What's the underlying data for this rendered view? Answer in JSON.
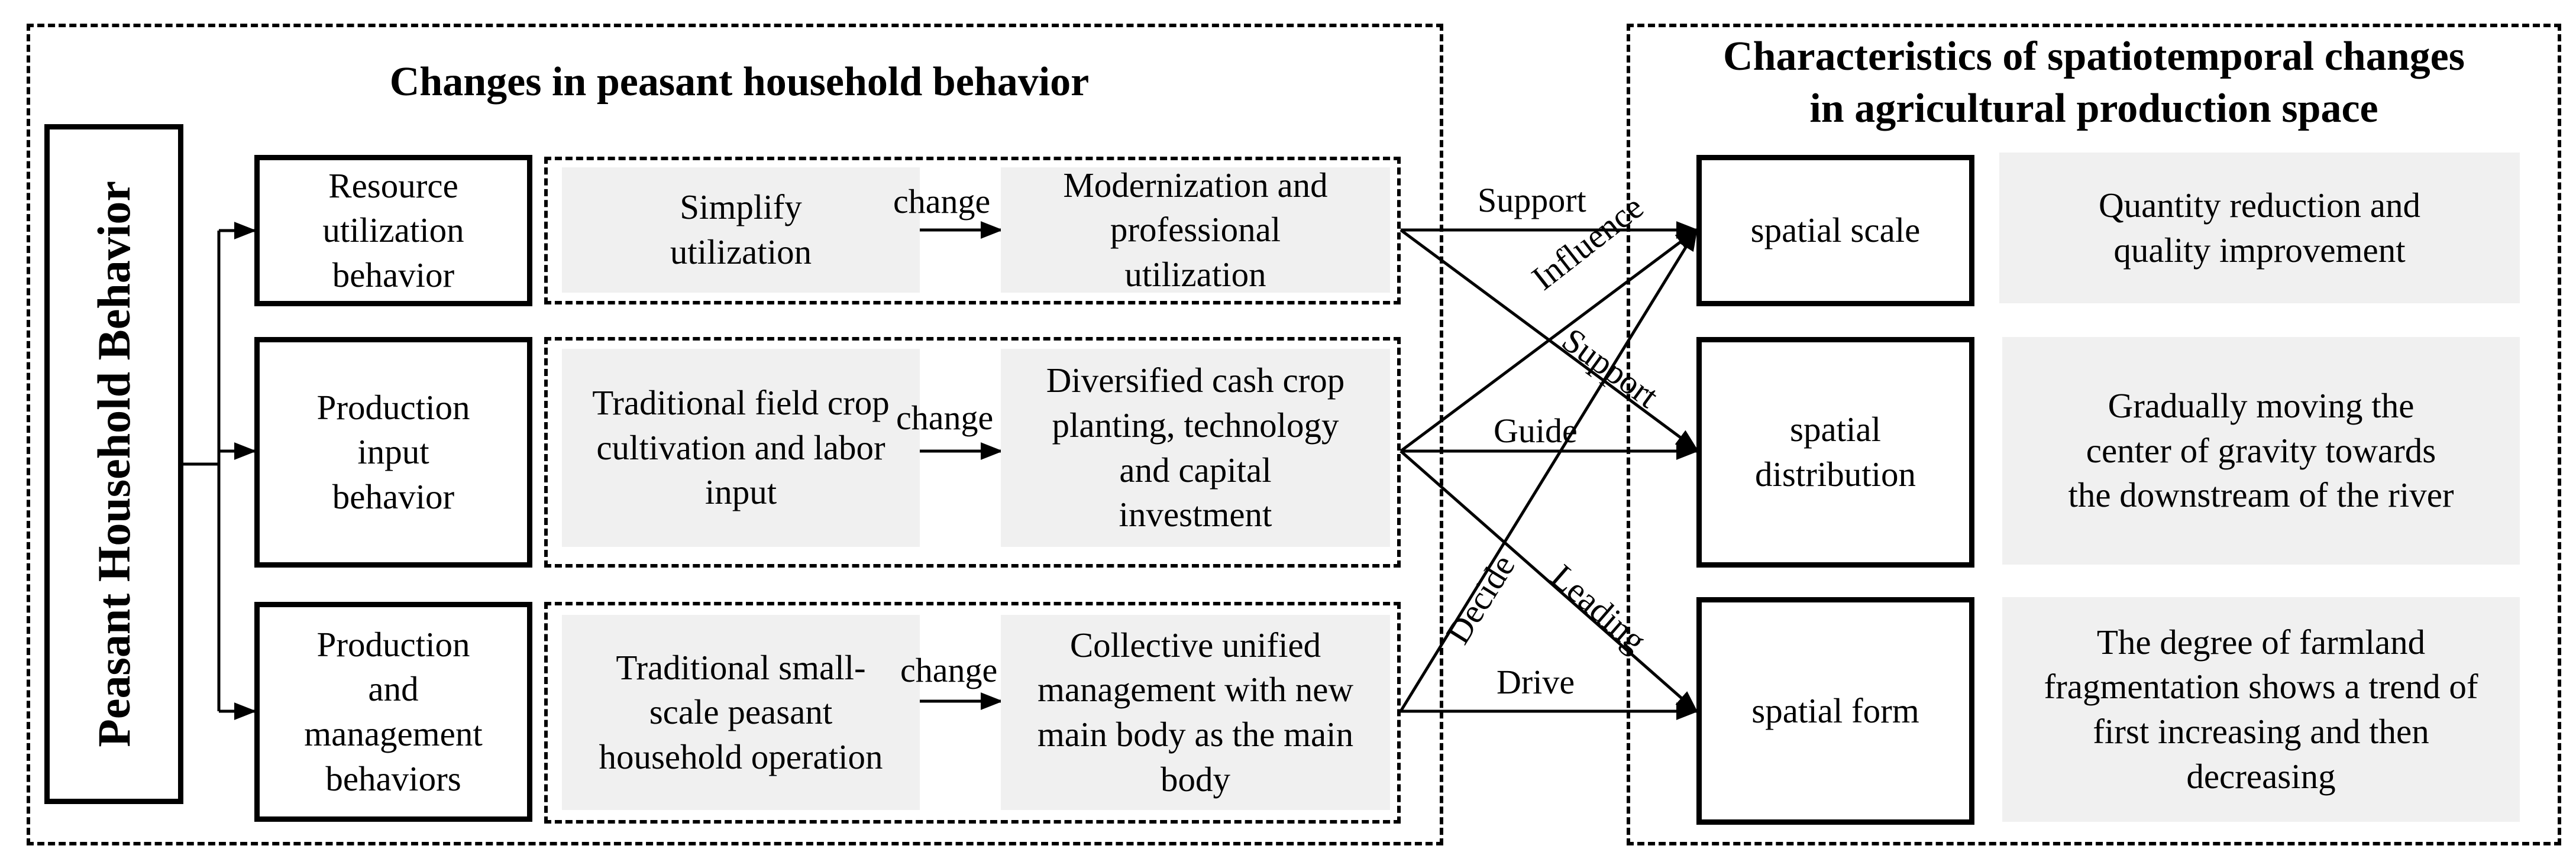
{
  "left_panel": {
    "title": "Changes in peasant household behavior"
  },
  "right_panel": {
    "title_line1": "Characteristics of spatiotemporal changes",
    "title_line2": "in agricultural production space"
  },
  "root": {
    "label": "Peasant Household Behavior"
  },
  "behaviors": [
    {
      "name": "Resource utilization behavior",
      "from": "Simplify utilization",
      "change": "change",
      "to": "Modernization and professional utilization"
    },
    {
      "name": "Production input behavior",
      "from": "Traditional field crop cultivation and labor input",
      "change": "change",
      "to": "Diversified cash crop planting, technology and capital investment"
    },
    {
      "name": "Production and management behaviors",
      "from": "Traditional small-scale peasant household operation",
      "change": "change",
      "to": "Collective unified management with new main body as the main body"
    }
  ],
  "space": [
    {
      "name": "spatial scale",
      "desc": "Quantity reduction and quality improvement"
    },
    {
      "name": "spatial distribution",
      "desc": "Gradually moving the center of gravity towards the downstream of the river"
    },
    {
      "name": "spatial form",
      "desc": "The degree of farmland fragmentation shows a trend of first increasing and then decreasing"
    }
  ],
  "edges": {
    "support_1": "Support",
    "influence": "Influence",
    "support_2": "Support",
    "guide": "Guide",
    "decide": "Decide",
    "leading": "Leading",
    "drive": "Drive"
  }
}
